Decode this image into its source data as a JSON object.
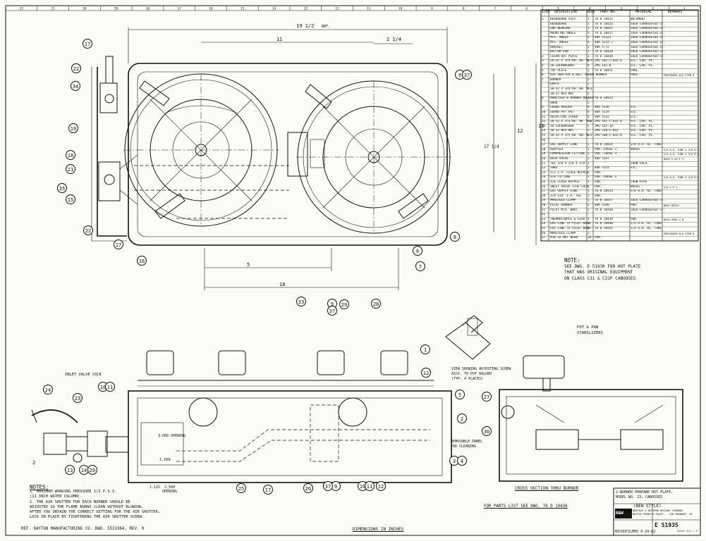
{
  "parts_table": {
    "headers": [
      "ITEM",
      "DESCRIPTION",
      "REQD",
      "PART NO.",
      "MATERIAL",
      "REMARKS"
    ],
    "rows": [
      [
        "1",
        "HEADBOARD ASSY.",
        "1",
        "76 D 10425",
        "WELDMENT",
        ""
      ],
      [
        "",
        "HEADBOARD",
        "1",
        "76 D 10426",
        "16GA CORRUGATED ST.",
        ""
      ],
      [
        "",
        "END WEBBING",
        "1",
        "76 D 10425",
        "16GA CORRUGATED ST.",
        ""
      ],
      [
        "",
        "MOUNTING ANGLE",
        "1",
        "76 D 10427",
        "16GA CORRUGATED ST.",
        ""
      ],
      [
        "",
        "MTG. ANGLE",
        "3",
        "40A 51321",
        "16GA CORRUGATED ST.",
        ""
      ],
      [
        "",
        "MTG. ANGLE",
        "4",
        "40A 5133-2",
        "16GA CORRUGATED ST.",
        ""
      ],
      [
        "",
        "BRACKET",
        "1",
        "40A 5-52",
        "16GA CORRUGATED ST.",
        ""
      ],
      [
        "",
        "BOTTOM PAN",
        "1",
        "76 D 10428",
        "16GA CORRUGATED ST.",
        ""
      ],
      [
        "2",
        "CLEAN OUT PLATE",
        "1",
        "76 D 10430",
        "16GA CORRUGATED ST.",
        ""
      ],
      [
        "3",
        "10-32 X 3/4 RD. HD. M.S.",
        "4",
        "2MS-102-C-032-6",
        "STL. CAD. PL.",
        ""
      ],
      [
        "4",
        "10 LOCKWASHER",
        "4",
        "2MS-145-8",
        "STL. CAD. PL.",
        ""
      ],
      [
        "5",
        "TOP PLATE",
        "1",
        "76 D 10431",
        "PURL.",
        ""
      ],
      [
        "6",
        "AIR SHUTTER & ADJ. SCREW BURNER",
        "2",
        "",
        "PURL.",
        "PURCHASED W/A ITEM 8"
      ],
      [
        "7",
        "BURNER",
        "2",
        "",
        "",
        ""
      ],
      [
        "",
        "GRATE",
        "2",
        "",
        "",
        ""
      ],
      [
        "",
        "10-32 X 3/4 RD. HD. M.S.",
        "2",
        "",
        "",
        ""
      ],
      [
        "",
        "10-32 HEX NUT",
        "2",
        "",
        "",
        ""
      ],
      [
        "8",
        "MANIFOLD & BURNER HOLDER",
        "1",
        "76 D 10432",
        "",
        ""
      ],
      [
        "",
        "HOOD",
        "2",
        "",
        "",
        ""
      ],
      [
        "9",
        "GUARD HOLDER",
        "4",
        "40A 5130",
        "STL.",
        ""
      ],
      [
        "10",
        "GUARD POT POT",
        "4",
        "40A 5129",
        "STL.",
        ""
      ],
      [
        "11",
        "ADJUSTING SCREW",
        "4",
        "40A 5131",
        "STL.",
        ""
      ],
      [
        "12",
        "10-32 X 3/4 RD. HD. M.S.",
        "20",
        "2MS-102-C-032-6",
        "STL. CAD. PL.",
        ""
      ],
      [
        "13",
        "10 LOCKWASHER",
        "2",
        "2MS-145-10",
        "STL. CAD. PL.",
        ""
      ],
      [
        "14",
        "10-32 HEX NUT",
        "2",
        "2MS-250-C-032",
        "STL. CAD. PL.",
        ""
      ],
      [
        "15",
        "10-32 X 3/4 RD. HD. M.S.",
        "6",
        "2MS-100-C-032-6",
        "STL. CAD. PL.",
        ""
      ],
      [
        "16",
        "",
        "",
        "",
        "",
        ""
      ],
      [
        "17",
        "GAS SUPPLY LINE",
        "1",
        "76 D 10434",
        "3/8 O.D. AL. TUBE",
        ""
      ],
      [
        "18",
        "ADAPTER",
        "1",
        "PUR.-CHASE 3",
        "BRASS",
        "3/8 O.D. TUBE X 3/8 M.P.T."
      ],
      [
        "19",
        "COMPRESSION FITTING",
        "1",
        "PUR.-CHASE 3",
        "",
        "3/8 O.D. TUBE X 3/8 M.P.T."
      ],
      [
        "20",
        "BASO VALVE",
        "2",
        "40A 5147",
        "",
        "BASO 2 #17F-3"
      ],
      [
        "21",
        "TEE 3/8 X 3/8 X 3/8",
        "1",
        "",
        "IRON GALV.",
        ""
      ],
      [
        "22",
        "YOKE",
        "1",
        "40A 5151",
        "STL.",
        ""
      ],
      [
        "23",
        "1/2 1.P. CLOSE NIPPLE",
        "2",
        "PUR.",
        "",
        ""
      ],
      [
        "24",
        "3/8 FITTING",
        "2",
        "PUR.-CHASE 3",
        "",
        "3/8 O.D. TUBE X 3/8 M.P.T."
      ],
      [
        "25",
        "3/8 CLOSE NIPPLE",
        "1",
        "PUR.",
        "IRON PIPE",
        ""
      ],
      [
        "26",
        "INLET VALVE STOP COCK",
        "1",
        "PUR.",
        "BRASS",
        "3/8 I.P.T."
      ],
      [
        "27",
        "GAS SUPPLY LINE",
        "1",
        "76 D 10433",
        "3/8 O.D. AL. TUBE",
        ""
      ],
      [
        "28",
        "3/8 STD. I.P. TEE",
        "1",
        "PUR.",
        "",
        ""
      ],
      [
        "29",
        "MANIFOLD CLAMP",
        "1",
        "76 D 10437",
        "16GA CORRUGATED ST.",
        ""
      ],
      [
        "30",
        "PILOT BURNER",
        "2",
        "40A 5148",
        "PUR.",
        "BASO #2510"
      ],
      [
        "31",
        "PILOT MTG. BRKT.",
        "2",
        "76 D 10438",
        "16GA CORRUGATED ST.",
        ""
      ],
      [
        "32",
        "",
        "",
        "",
        "",
        ""
      ],
      [
        "33",
        "THERMOCOUPLE & LEAD",
        "4",
        "76 D 10439",
        "PUR.",
        "BASO #Y80-2-8"
      ],
      [
        "34",
        "GAS LINE TO PILOT BURN.",
        "1",
        "76 D 10440",
        "1/4 O.D. AL. TUBE",
        ""
      ],
      [
        "35",
        "GAS LINE TO PILOT BURN.",
        "1",
        "76 D 10441",
        "1/4 O.D. AL. TUBE",
        ""
      ],
      [
        "36",
        "MANIFOLD CLAMP",
        "2",
        "",
        "",
        "PURCHASED W/A ITEM 8"
      ],
      [
        "37",
        "#10-32 NUT WEEW",
        "20",
        "PUR.",
        "",
        ""
      ]
    ]
  },
  "note": {
    "heading": "NOTE:",
    "lines": [
      "SEE DWG. E 51930 FOR HOT PLATE",
      "THAT WAS ORIGINAL EQUIPMENT",
      "ON CLASS C31 & C31P CABOOSES"
    ]
  },
  "notes": {
    "heading": "NOTES:",
    "lines": [
      "1. MAXIMUM WORKING PRESSURE 1/2 P.S.I.",
      "   (11 INCH WATER COLUMN).",
      "2. THE AIR SHUTTER FOR EACH BURNER SHOULD BE",
      "   ADJUSTED SO THE FLAME BURNS CLEAN WITHOUT BLOWING.",
      "   AFTER YOU OBTAIN THE CORRECT SETTING FOR THE AIR SHUTTER,",
      "   LOCK IN PLACE BY TIGHTENING THE AIR SHUTTER SCREW."
    ]
  },
  "labels": {
    "ref_dwg": "REF. DAYTON MANUFACTURING CO. DWG. 5531964, REV. H",
    "dimensions": "DIMENSIONS IN INCHES",
    "parts_list": "FOR PARTS LIST SEE DWG. 76 D 10436",
    "cross_section": "CROSS SECTION THRU BURNER",
    "inlet_valve": "INLET VALVE COCK",
    "pot_pan_1": "POT & PAN",
    "pot_pan_2": "STABILIZERS",
    "view_1": "VIEW SHOWING ADJUSTING SCREW",
    "view_2": "ASSY. TO POT HOLDER",
    "view_3": "(TYP. 4 PLACES)",
    "removable_1": "REMOVABLE PANEL",
    "removable_2": "FOR CLEANING",
    "opening_3": "3.000 OPENING",
    "opening_2500": "2.500",
    "opening_word": "OPENING"
  },
  "title_block": {
    "title_1": "2-BURNER PROPANE HOT PLATE,",
    "title_2": "MODEL NO. 23, CABOOSES",
    "new_style": "(NEW STYLE)",
    "logo": "N&W",
    "company_1": "NORFOLK & WESTERN RAILWAY COMPANY",
    "company_2": "MOTIVE POWER & EQUIP. - CAR ROANOKE, VA",
    "drawing_no": "E 51935",
    "scale": "SCALE 1/4 = 1\"",
    "microfilmed": "MICROFILMED 9-29-82",
    "rev": "REV"
  },
  "dimensions": {
    "width_total": "19 1/2",
    "width_11": "11",
    "width_2q": "2 1/4",
    "depth_13": "13",
    "depth_12": "12",
    "depth_17": "17 1/4",
    "d5": "5",
    "d10": "10",
    "d2": "2",
    "d1560": "1.560",
    "d1125": "1.125",
    "ref": "REF."
  },
  "callouts": {
    "c17": "17",
    "c22": "22",
    "c34": "34",
    "c19": "19",
    "c18": "18",
    "c21": "21",
    "c35": "35",
    "c15": "15",
    "c9": "9",
    "c37": "37",
    "c8": "8",
    "c6": "6",
    "c7": "7",
    "c33": "33",
    "c29": "29",
    "c28": "28",
    "c16": "16",
    "c10": "10",
    "c11": "11",
    "c12": "12",
    "c5": "5",
    "c2": "2",
    "c3": "3",
    "c4": "4",
    "c24": "24",
    "c23": "23",
    "c13": "13",
    "c14": "14",
    "c20": "20",
    "c25": "25",
    "c26": "26",
    "c27": "27",
    "c36": "36",
    "c1": "1",
    "c1_bottom": "1"
  },
  "border": {
    "top": [
      "22",
      "21",
      "20",
      "19",
      "18",
      "17",
      "16",
      "15",
      "14",
      "13",
      "12",
      "11",
      "10",
      "9",
      "8",
      "7",
      "6",
      "5",
      "4",
      "3",
      "2",
      "1"
    ]
  },
  "colors": {
    "ink": "#111111",
    "paper": "#fbfbf8"
  }
}
